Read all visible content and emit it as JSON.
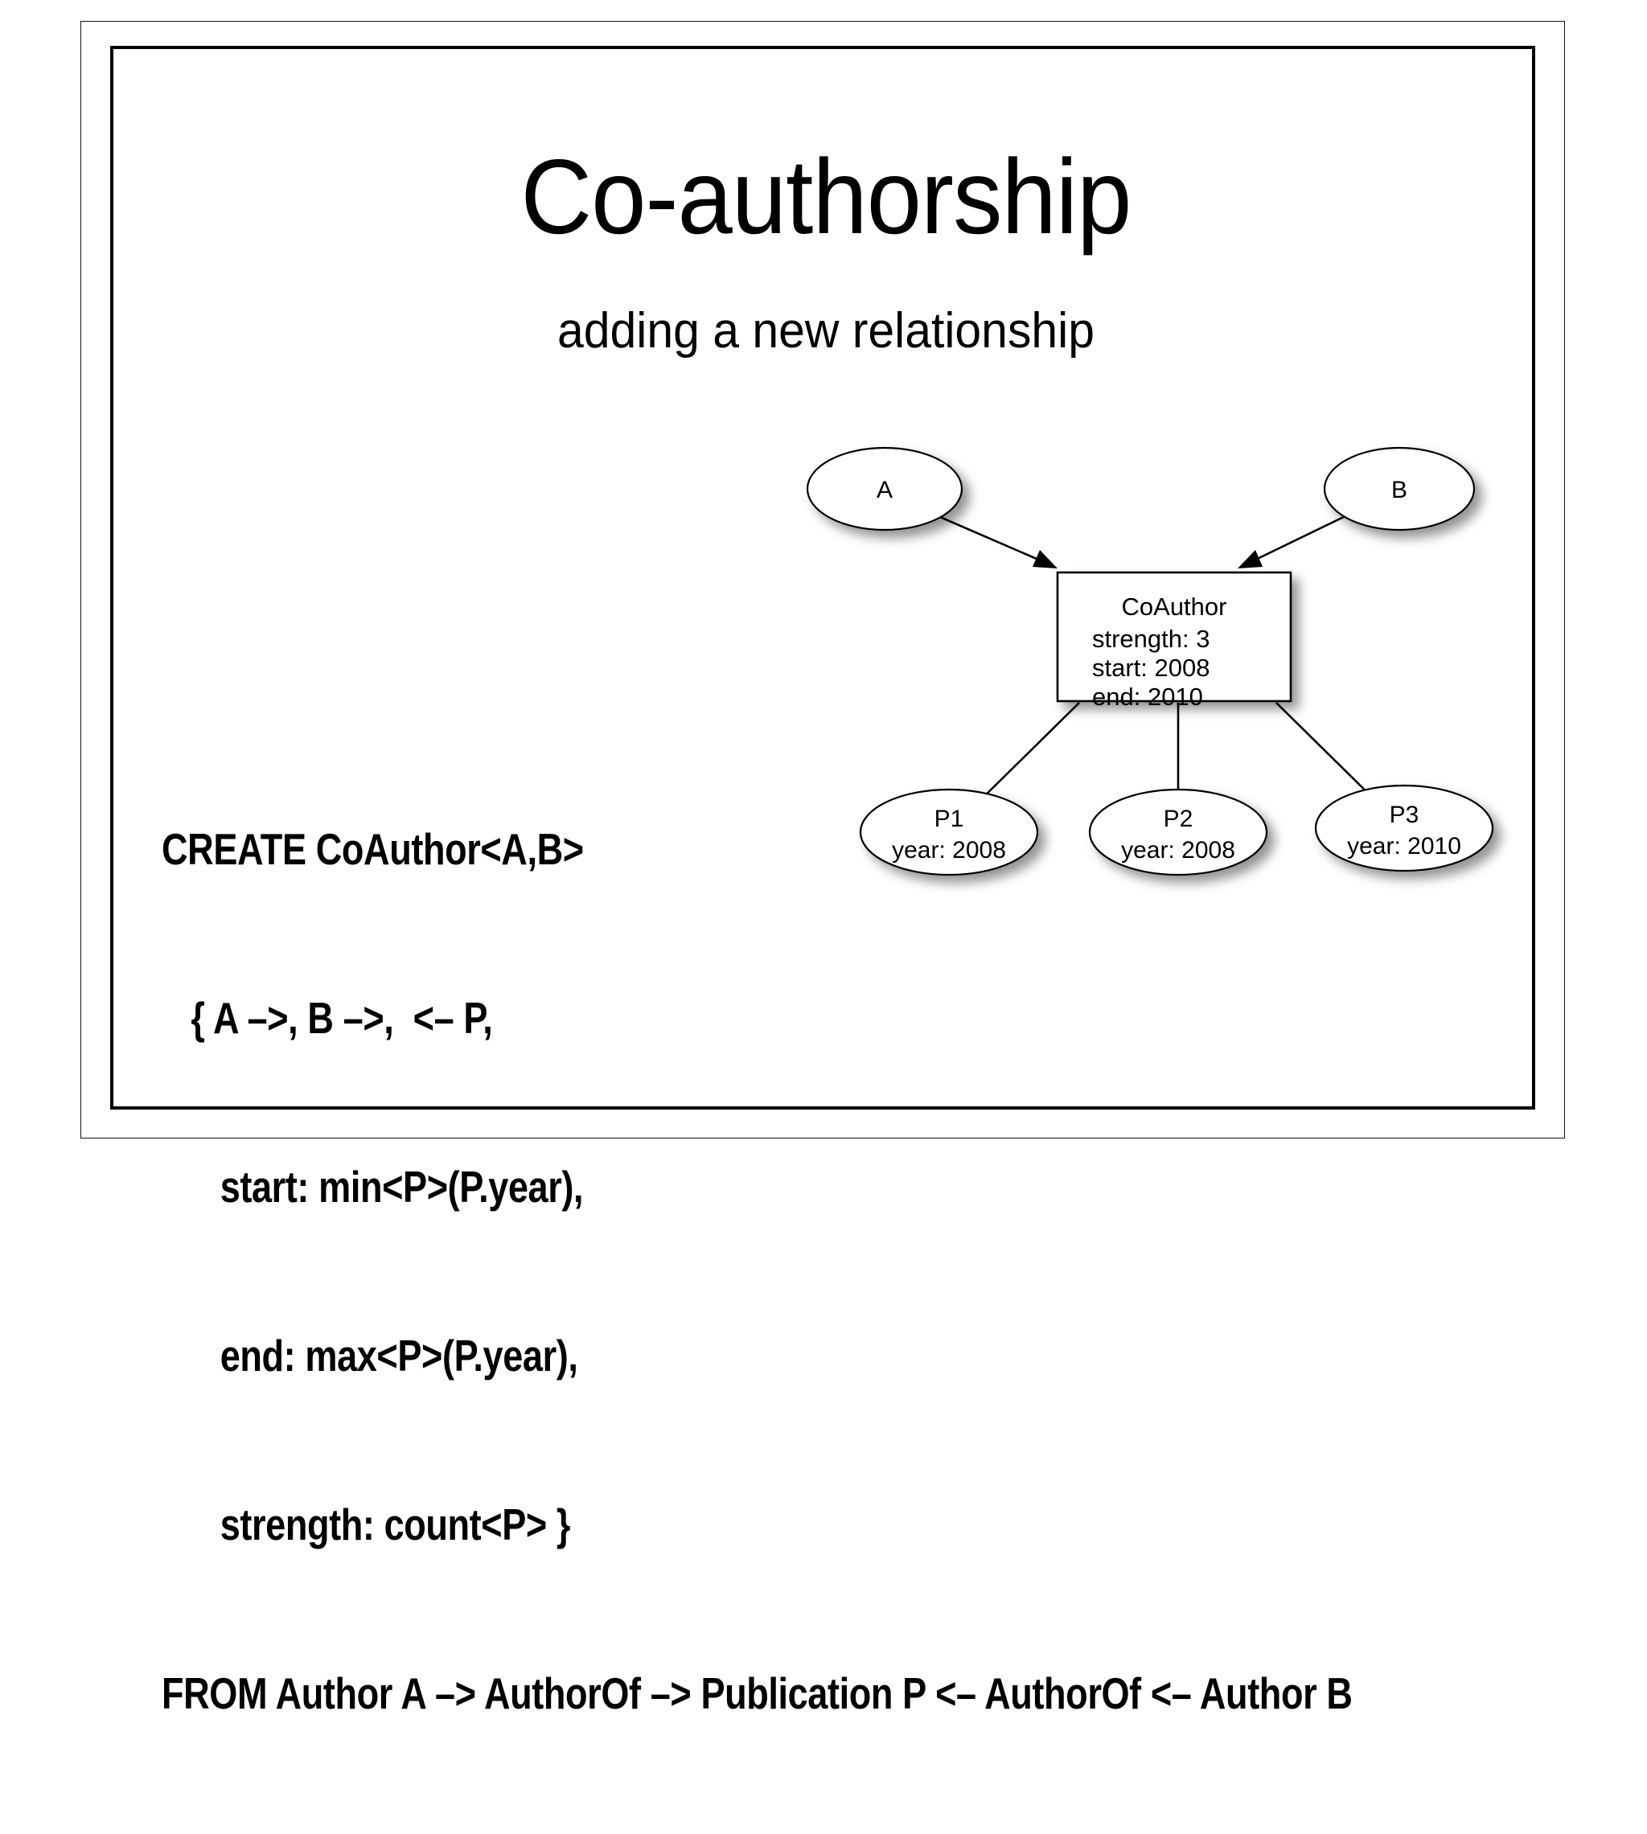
{
  "slide": {
    "title": "Co-authorship",
    "subtitle": "adding a new relationship"
  },
  "code": {
    "lines": [
      "CREATE CoAuthor<A,B>",
      "   { A –>, B –>,  <– P,",
      "      start: min<P>(P.year),",
      "      end: max<P>(P.year),",
      "      strength: count<P> }",
      "FROM Author A –> AuthorOf –> Publication P <– AuthorOf <– Author B"
    ]
  },
  "diagram": {
    "nodes": {
      "author_a": {
        "label": "A"
      },
      "author_b": {
        "label": "B"
      },
      "coauthor": {
        "title": "CoAuthor",
        "attrs": [
          "strength: 3",
          "start: 2008",
          "end: 2010"
        ]
      },
      "p1": {
        "label": "P1",
        "attr": "year: 2008"
      },
      "p2": {
        "label": "P2",
        "attr": "year: 2008"
      },
      "p3": {
        "label": "P3",
        "attr": "year: 2010"
      }
    }
  },
  "colors": {
    "ink": "#000000",
    "paper": "#ffffff",
    "frame": "#141414"
  }
}
